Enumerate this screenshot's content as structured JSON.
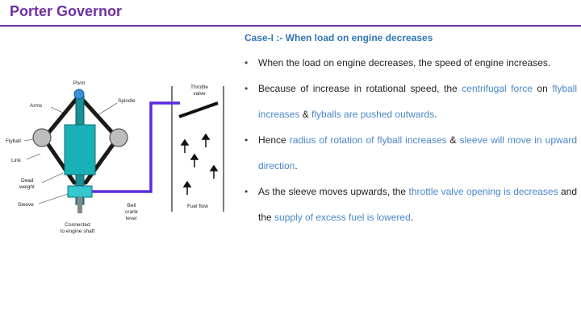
{
  "slide": {
    "title": "Porter Governor"
  },
  "diagram": {
    "labels": {
      "pivot": "Pivot",
      "arms": "Arms",
      "spindle": "Spindle",
      "flyball": "Flyball",
      "link": "Link",
      "dead_weight_1": "Dead",
      "dead_weight_2": "weight",
      "sleeve": "Sleeve",
      "connected_1": "Connected",
      "connected_2": "to engine shaft",
      "bell_1": "Bell",
      "bell_2": "crank",
      "bell_3": "lever",
      "throttle_1": "Throttle",
      "throttle_2": "valve",
      "fuel_flow": "Fuel flow"
    },
    "colors": {
      "link_line": "#5b2be0",
      "sleeve": "#1ab0b8",
      "arms": "#1a1a1a"
    }
  },
  "content": {
    "case_heading": "Case-I :- When load on engine decreases",
    "bullets": [
      {
        "segments": [
          {
            "text": "When the load on engine decreases, the speed of engine increases.",
            "hl": false
          }
        ]
      },
      {
        "segments": [
          {
            "text": "Because of increase in rotational speed, the ",
            "hl": false
          },
          {
            "text": "centrifugal force",
            "hl": true
          },
          {
            "text": " on ",
            "hl": false
          },
          {
            "text": "flyball increases",
            "hl": true
          },
          {
            "text": " & ",
            "hl": false
          },
          {
            "text": "flyballs are pushed outwards",
            "hl": true
          },
          {
            "text": ".",
            "hl": false
          }
        ]
      },
      {
        "segments": [
          {
            "text": "Hence ",
            "hl": false
          },
          {
            "text": "radius of rotation of flyball increases",
            "hl": true
          },
          {
            "text": " & ",
            "hl": false
          },
          {
            "text": "sleeve will move in upward direction",
            "hl": true
          },
          {
            "text": ".",
            "hl": false
          }
        ]
      },
      {
        "segments": [
          {
            "text": "As the sleeve moves upwards, the ",
            "hl": false
          },
          {
            "text": "throttle valve opening is decreases",
            "hl": true
          },
          {
            "text": " and the ",
            "hl": false
          },
          {
            "text": "supply of excess fuel is lowered",
            "hl": true
          },
          {
            "text": ".",
            "hl": false
          }
        ]
      }
    ]
  }
}
